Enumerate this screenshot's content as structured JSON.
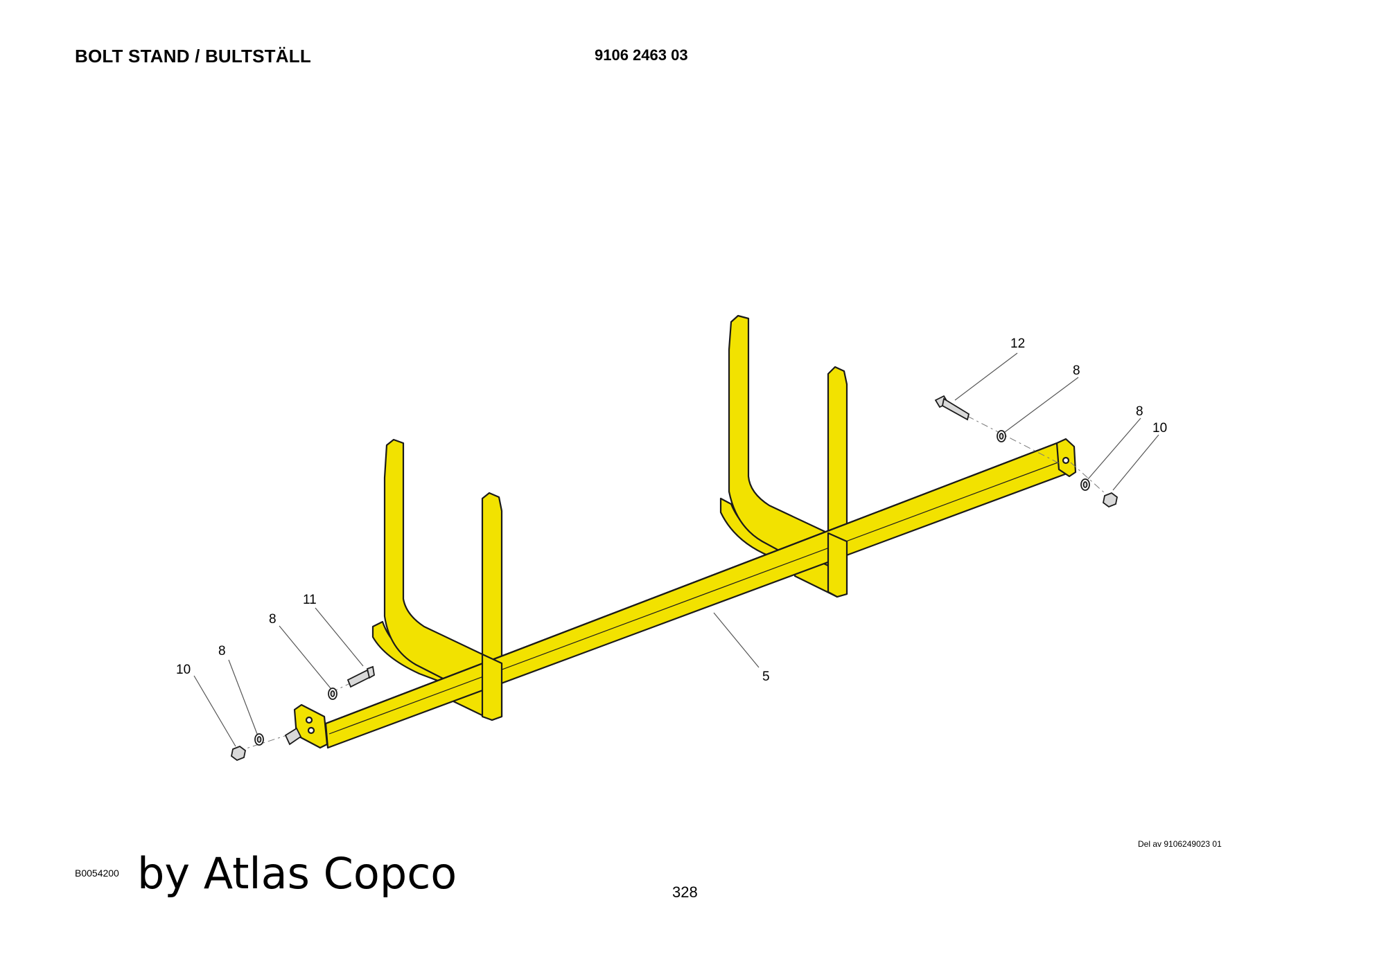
{
  "header": {
    "title": "BOLT STAND / BULTSTÄLL",
    "part_number": "9106 2463 03"
  },
  "drawing": {
    "callouts": {
      "c12": "12",
      "c8_top": "8",
      "c8_right": "8",
      "c10_right": "10",
      "c11": "11",
      "c8_left_upper": "8",
      "c8_left_lower": "8",
      "c10_left": "10",
      "c5": "5"
    },
    "colors": {
      "frame": "#f2e200",
      "outline": "#1a1a1a",
      "hardware": "#d9d9d9"
    }
  },
  "footer": {
    "reference": "Del av 9106249023 01",
    "drawing_code": "B0054200",
    "brand": "by Atlas Copco",
    "page_number": "328"
  }
}
